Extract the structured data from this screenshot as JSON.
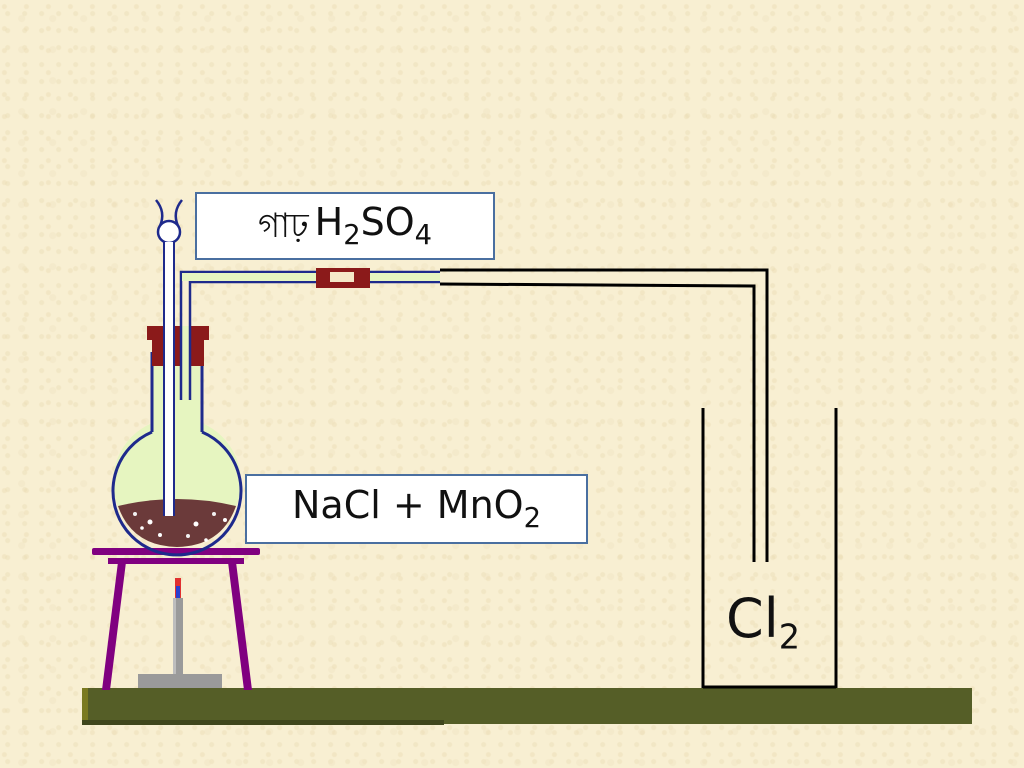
{
  "labels": {
    "acid_bn": "গাঢ়",
    "acid_h": "H",
    "acid_h_sub": "2",
    "acid_so": "SO",
    "acid_o_sub": "4",
    "reagent_main": "NaCl + MnO",
    "reagent_sub": "2",
    "gas_main": "Cl",
    "gas_sub": "2"
  },
  "colors": {
    "background": "#f8efd2",
    "flask_liquid": "#e6f5c0",
    "flask_outline": "#1e2a8c",
    "stopper": "#8b1a1a",
    "stand": "#800080",
    "burner": "#999999",
    "table": "#555e27",
    "tube": "#000000"
  }
}
